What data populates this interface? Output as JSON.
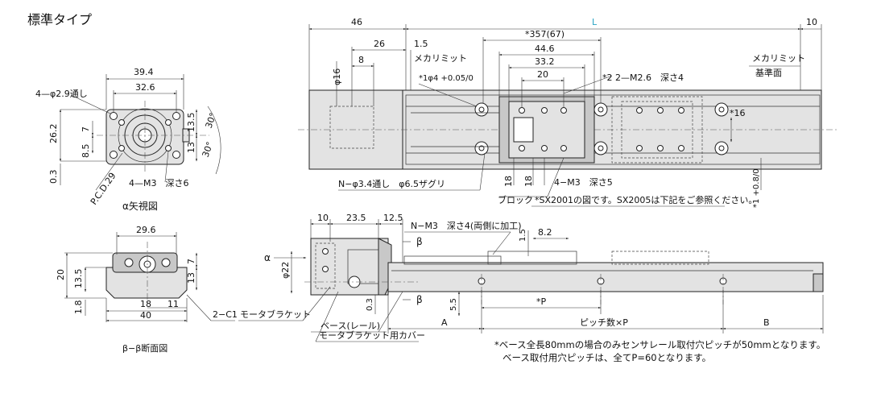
{
  "title": "標準タイプ",
  "accent_color": "#29a3c4",
  "front_view": {
    "caption": "α矢視図",
    "d_39_4": "39.4",
    "d_32_6": "32.6",
    "holes_through": "4—φ2.9通し",
    "d_26_2": "26.2",
    "d_8_5": "8.5",
    "d_7": "7",
    "d_0_3": "0.3",
    "d_13_5": "13.5",
    "d_13": "13",
    "angle_1": "30°",
    "angle_2": "30°",
    "pcd": "P.C.D.29",
    "tap_m3": "4—M3　深さ6"
  },
  "section_view": {
    "caption": "β−β断面図",
    "d_29_6": "29.6",
    "d_20": "20",
    "d_13_5": "13.5",
    "d_1_8": "1.8",
    "d_18": "18",
    "d_11": "11",
    "d_40": "40",
    "d_7": "7",
    "d_13": "13",
    "chamfer": "2−C1"
  },
  "top_view": {
    "d_46": "46",
    "d_26": "26",
    "d_8": "8",
    "d_phi16": "φ16",
    "d_1_5": "1.5",
    "mechanical_limit_left": "メカリミット",
    "phi4_tol": "*1φ4 +0.05/0",
    "d_57": "*357(67)",
    "d_44_6": "44.6",
    "d_33_2": "33.2",
    "d_20": "20",
    "m2_6": "*2 2—M2.6　深さ4",
    "L": "L",
    "d_10": "10",
    "mechanical_limit_right": "メカリミット",
    "reference_face": "基準面",
    "d_6": "*16",
    "d_18a": "18",
    "d_18b": "18",
    "m3_depth5": "4−M3　深さ5",
    "through_holes": "N−φ3.4通し　φ6.5ザグリ",
    "block": "ブロック",
    "note_sx": "*SX2001の図です。SX2005は下記をご参照ください。",
    "d_1_tol": "*1 +0.8/0"
  },
  "side_view": {
    "d_10": "10",
    "d_23_5": "23.5",
    "d_12_5": "12.5",
    "tap_note": "N−M3　深さ4(両側に加工)",
    "d_1_5": "1.5",
    "d_8_2": "8.2",
    "alpha": "α",
    "beta_top": "β",
    "beta_bottom": "β",
    "d_phi22": "φ22",
    "d_0_3": "0.3",
    "d_5_5": "5.5",
    "star_P": "*P",
    "A": "A",
    "pitch_label": "ピッチ数×P",
    "B": "B",
    "motor_bracket": "モータブラケット",
    "base_rail": "ベース(レール)",
    "cover": "モータブラケット用カバー"
  },
  "footnote_1": "*ベース全長80mmの場合のみセンサレール取付穴ピッチが50mmとなります。",
  "footnote_2": "ベース取付用穴ピッチは、全てP=60となります。"
}
